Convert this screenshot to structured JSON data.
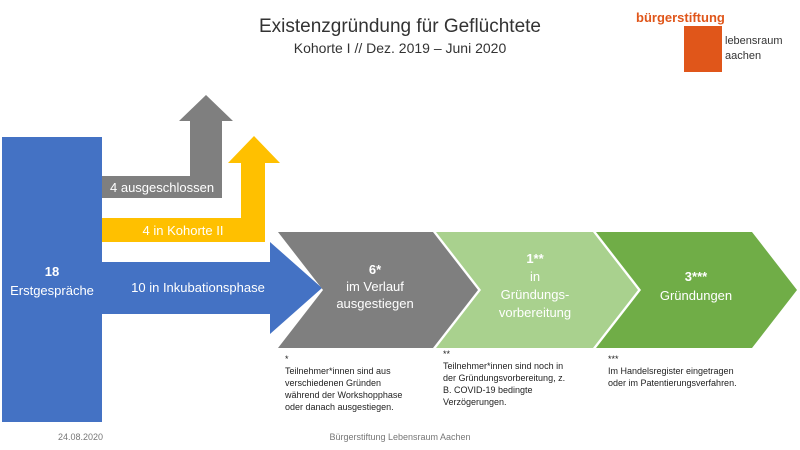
{
  "header": {
    "title": "Existenzgründung für Geflüchtete",
    "subtitle": "Kohorte I // Dez. 2019 – Juni 2020"
  },
  "logo": {
    "line1": "bürgerstiftung",
    "line2": "lebensraum",
    "line3": "aachen"
  },
  "flow": {
    "start": {
      "value": "18",
      "label": "Erstgespräche"
    },
    "excluded": {
      "label": "4 ausgeschlossen"
    },
    "kohorte2": {
      "label": "4 in Kohorte II"
    },
    "incubation": {
      "label": "10 in Inkubationsphase"
    },
    "steps": [
      {
        "value": "6*",
        "line1": "im Verlauf",
        "line2": "ausgestiegen",
        "color": "#7f7f7f"
      },
      {
        "value": "1**",
        "line1": "in",
        "line2": "Gründungs-",
        "line3": "vorbereitung",
        "color": "#a9d18e"
      },
      {
        "value": "3***",
        "line1": "Gründungen",
        "color": "#70ad47"
      }
    ]
  },
  "notes": [
    {
      "mark": "*",
      "text": [
        "Teilnehmer*innen sind aus",
        "verschiedenen Gründen",
        "während der Workshopphase",
        "oder danach ausgestiegen."
      ]
    },
    {
      "mark": "**",
      "text": [
        "Teilnehmer*innen sind noch in",
        "der Gründungsvorbereitung, z.",
        "B. COVID-19 bedingte",
        "Verzögerungen."
      ]
    },
    {
      "mark": "***",
      "text": [
        "Im Handelsregister eingetragen",
        "oder im Patentierungsverfahren."
      ]
    }
  ],
  "footer": {
    "date": "24.08.2020",
    "org": "Bürgerstiftung Lebensraum Aachen"
  },
  "colors": {
    "blue": "#4472c4",
    "gray": "#7f7f7f",
    "yellow": "#ffc000",
    "lightgreen": "#a9d18e",
    "green": "#70ad47",
    "logo_orange": "#e0561a"
  }
}
